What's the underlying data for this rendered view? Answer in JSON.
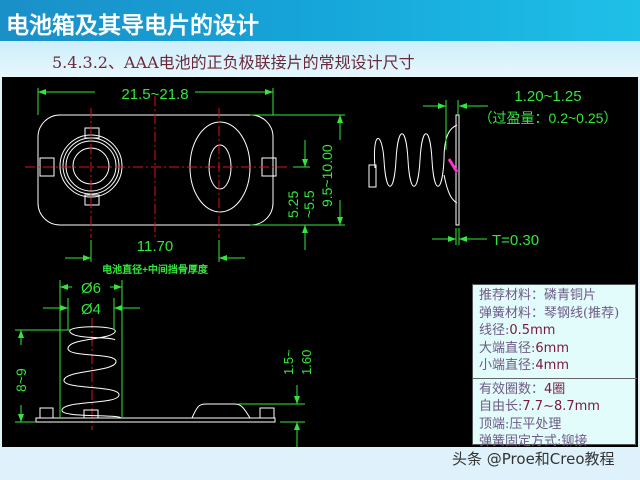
{
  "header": {
    "title": "电池箱及其导电片的设计"
  },
  "subtitle": "5.4.3.2、AAA电池的正负极联接片的常规设计尺寸",
  "drawing": {
    "top_view": {
      "width_dim": "21.5~21.8",
      "center_dim": "11.70",
      "center_note": "电池直径+中间挡骨厚度",
      "dim_a": "5.25",
      "dim_a2": "~5.5",
      "dim_b": "9.5~10.00"
    },
    "side_view": {
      "spring_dim": "1.20~1.25",
      "interference": "（过盈量：0.2~0.25）",
      "thickness": "T=0.30"
    },
    "spring_view": {
      "outer_dia": "Ø6",
      "inner_dia": "Ø4",
      "height": "8~9",
      "bump_a": "1.5~",
      "bump_b": "1.60"
    },
    "colors": {
      "dimension": "#33e63a",
      "centerline": "#e01020",
      "outline": "#ffffff",
      "highlight": "#ff33cc"
    }
  },
  "info": {
    "group1": [
      {
        "label": "推荐材料：",
        "value": "磷青铜片"
      },
      {
        "label": "弹簧材料：",
        "value": "琴钢线(推荐)"
      },
      {
        "label": "线径:",
        "value": "0.5mm"
      },
      {
        "label": "大端直径:",
        "value": "6mm"
      },
      {
        "label": "小端直径:",
        "value": "4mm"
      }
    ],
    "group2": [
      {
        "label": "有效圈数：",
        "value": "4圈"
      },
      {
        "label": "自由长:",
        "value": "7.7~8.7mm"
      },
      {
        "label": "顶端:",
        "value": "压平处理"
      },
      {
        "label": "弹簧固定方式:",
        "value": "铆接"
      }
    ]
  },
  "watermark": "头条 @Proe和Creo教程"
}
